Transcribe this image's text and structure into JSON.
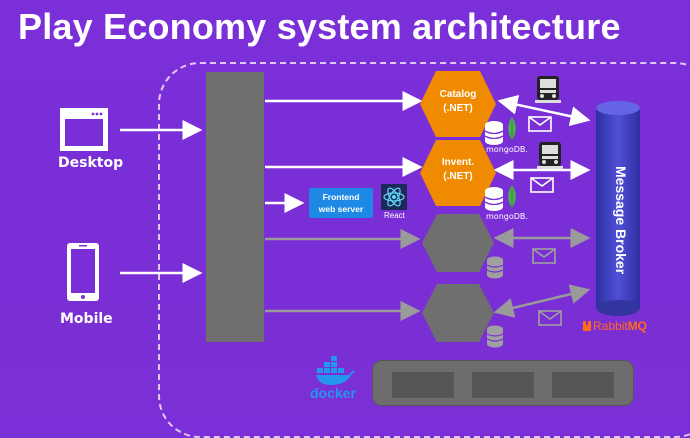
{
  "title": "Play Economy system architecture",
  "clients": [
    {
      "label": "Desktop",
      "icon": "desktop-window-icon"
    },
    {
      "label": "Mobile",
      "icon": "mobile-phone-icon"
    }
  ],
  "services": [
    {
      "name": "Catalog",
      "tech": "(.NET)",
      "db": "mongoDB."
    },
    {
      "name": "Invent.",
      "tech": "(.NET)",
      "db": "mongoDB."
    }
  ],
  "frontend": {
    "line1": "Frontend",
    "line2": "web server",
    "tech": "React"
  },
  "broker": {
    "label": "Message Broker",
    "vendor_prefix": "Rabbit",
    "vendor_suffix": "MQ"
  },
  "docker": {
    "label": "docker"
  },
  "colors": {
    "background": "#7a2ed6",
    "service": "#f08a00",
    "gateway": "#6f6f6f",
    "broker": "#4a4ac8",
    "frontend": "#1e88e5",
    "rabbitmq": "#ff6a1a",
    "docker": "#2496ed",
    "mongo": "#4caf50"
  }
}
